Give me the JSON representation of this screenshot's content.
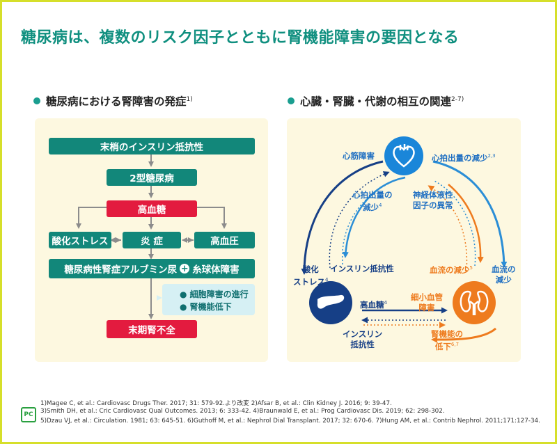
{
  "title": "糖尿病は、複数のリスク因子とともに腎機能障害の要因となる",
  "left": {
    "heading": "糖尿病における腎障害の発症",
    "heading_sup": "1)",
    "boxes": {
      "insulin_resistance_peripheral": "末梢のインスリン抵抗性",
      "type2_diabetes": "2型糖尿病",
      "hyperglycemia": "高血糖",
      "oxidative_stress": "酸化ストレス",
      "inflammation": "炎 症",
      "hypertension": "高血圧",
      "albuminuria": "糖尿病性腎症アルブミン尿",
      "plus": "+",
      "glomerular": "糸球体障害",
      "esrd": "末期腎不全"
    },
    "notes": [
      "細胞障害の進行",
      "腎機能低下"
    ]
  },
  "right": {
    "heading": "心臓・腎臓・代謝の相互の関連",
    "heading_sup": "2-7)",
    "labels": {
      "myocardial": "心筋障害",
      "co_decrease_tr": "心拍出量の減少",
      "co_decrease_tr_sup": "2,3",
      "co_decrease_inner": "心拍出量の\n減少",
      "co_decrease_inner_sup": "4",
      "neurohumoral": "神経体液性\n因子の異常",
      "oxidative_stress": "酸化\nストレス",
      "oxidative_stress_sup": "4",
      "insulin_resistance": "インスリン抵抗性",
      "blood_flow_decrease": "血流の減少",
      "blood_flow_decrease_sup": "5",
      "blood_flow_decrease_outer": "血流の\n減少",
      "hyperglycemia": "高血糖",
      "hyperglycemia_sup": "4",
      "microvascular": "細小血管\n障害",
      "insulin_resistance_bottom": "インスリン\n抵抗性",
      "renal_decline": "腎機能の\n低下",
      "renal_decline_sup": "6,7"
    },
    "icons": [
      "heart-icon",
      "pancreas-icon",
      "kidney-icon"
    ]
  },
  "references": [
    "1)Magee C, et al.: Cardiovasc Drugs Ther. 2017; 31: 579-92.より改変    2)Afsar B, et al.: Clin Kidney J. 2016; 9: 39-47.",
    "3)Smith DH, et al.: Cric Cardiovasc Qual Outcomes. 2013; 6: 333-42.    4)Braunwald E, et al.: Prog Cardiovasc Dis. 2019; 62: 298-302.",
    "5)Dzau VJ, et al.: Circulation. 1981; 63: 645-51.    6)Guthoff M, et al.: Nephrol Dial Transplant. 2017; 32: 670-6.    7)Hung AM, et al.: Contrib Nephrol. 2011;171:127-34."
  ],
  "logo": "PC",
  "colors": {
    "teal": "#12877a",
    "red": "#e31b3f",
    "blue": "#1f6fc2",
    "navy": "#163f86",
    "orange": "#ee7b1e",
    "panel": "#fdf8e0",
    "border": "#d6df2a"
  }
}
